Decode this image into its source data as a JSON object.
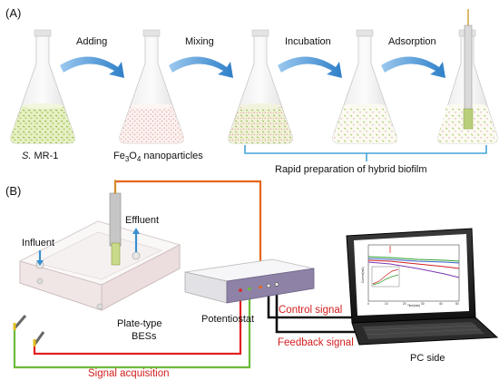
{
  "panel_a": {
    "label": "(A)",
    "steps": [
      "Adding",
      "Mixing",
      "Incubation",
      "Adsorption"
    ],
    "flask_labels": {
      "shewanella_italic": "S.",
      "shewanella_rest": " MR-1",
      "fe_pre": "Fe",
      "fe_sub1": "3",
      "fe_mid": "O",
      "fe_sub2": "4",
      "fe_post": "  nanoparticles"
    },
    "bracket_label": "Rapid preparation of hybrid biofilm"
  },
  "panel_b": {
    "label": "(B)",
    "influent": "Influent",
    "effluent": "Effluent",
    "reactor_line1": "Plate-type",
    "reactor_line2": "BESs",
    "potentiostat": "Potentiostat",
    "signal_acquisition": "Signal acquisition",
    "control_signal": "Control signal",
    "feedback_signal": "Feedback signal",
    "pc_side": "PC side",
    "screen_xlabel": "Time(min)",
    "screen_ylabel": "Current(mA)",
    "screen_xticks": [
      "0",
      "10",
      "20",
      "30",
      "40",
      "50"
    ],
    "colors": {
      "orange_wire": "#e8651e",
      "red_wire": "#e02020",
      "green_wire": "#6dbb3a",
      "arrow_blue": "#3a8fd0",
      "bracket_blue": "#44a5d8"
    }
  }
}
